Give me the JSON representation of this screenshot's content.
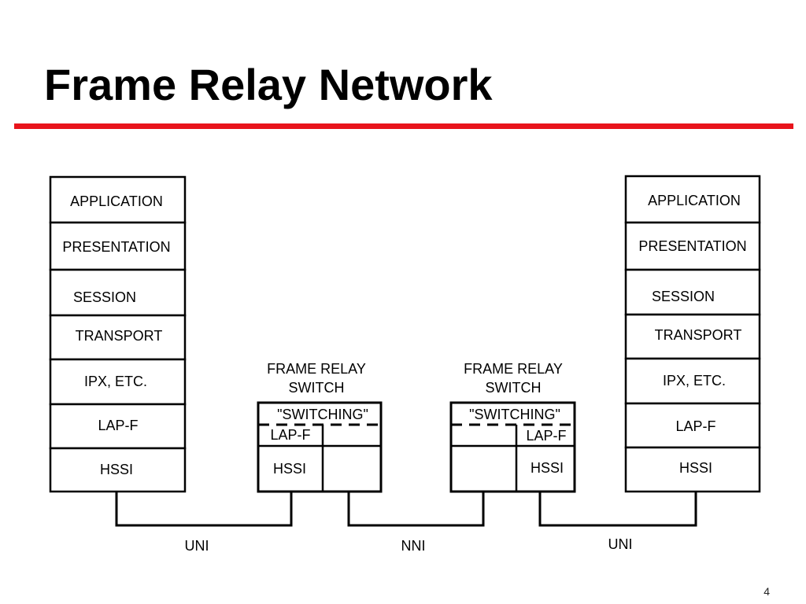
{
  "slide": {
    "title": "Frame Relay Network",
    "page_number": "4",
    "accent_color": "#e8141c"
  },
  "diagram": {
    "left_stack": [
      "APPLICATION",
      "PRESENTATION",
      "SESSION",
      "TRANSPORT",
      "IPX, ETC.",
      "LAP-F",
      "HSSI"
    ],
    "right_stack": [
      "APPLICATION",
      "PRESENTATION",
      "SESSION",
      "TRANSPORT",
      "IPX, ETC.",
      "LAP-F",
      "HSSI"
    ],
    "switch_left": {
      "title_line1": "FRAME RELAY",
      "title_line2": "SWITCH",
      "switching": "\"SWITCHING\"",
      "lapf": "LAP-F",
      "hssi": "HSSI"
    },
    "switch_right": {
      "title_line1": "FRAME RELAY",
      "title_line2": "SWITCH",
      "switching": "\"SWITCHING\"",
      "lapf": "LAP-F",
      "hssi": "HSSI"
    },
    "links": [
      "UNI",
      "NNI",
      "UNI"
    ]
  }
}
